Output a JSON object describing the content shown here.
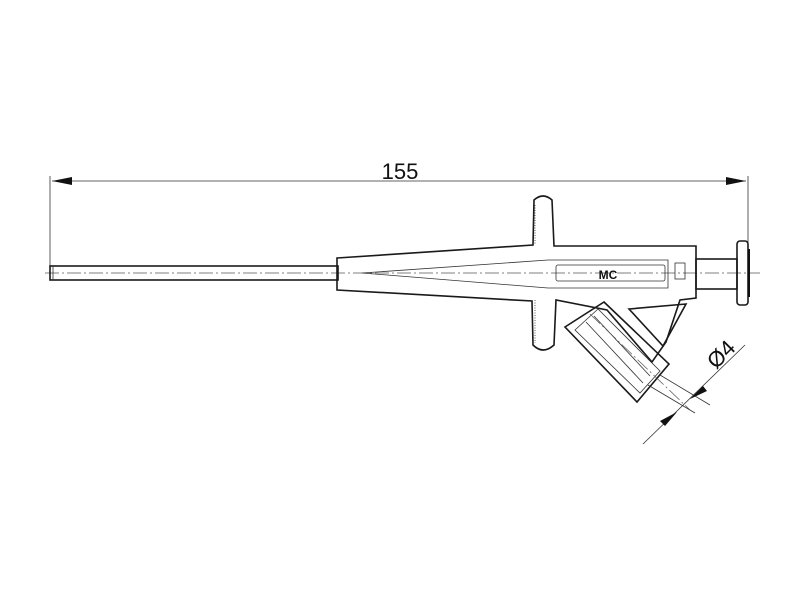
{
  "drawing": {
    "overall_length_label": "155",
    "diameter_label": "Ø4",
    "brand_marking": "MC",
    "line_color": "#1a1a1a",
    "fill_texture_color": "#cfcfcf"
  }
}
